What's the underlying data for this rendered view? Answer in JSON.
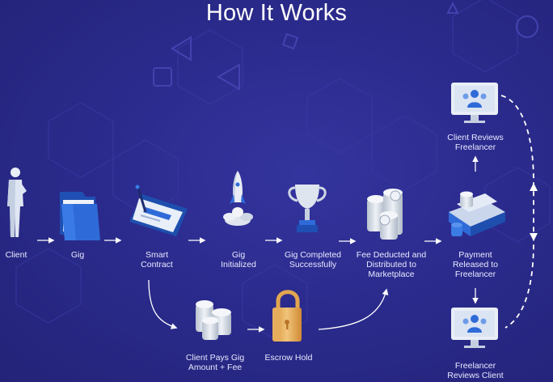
{
  "title": "How It Works",
  "colors": {
    "background": "#2b2b8e",
    "accent_blue": "#2f6bd8",
    "gold": "#e8b764",
    "silver": "#d7dde6",
    "text": "#ffffff"
  },
  "steps": [
    {
      "label": "Client",
      "icon": "client-person-icon"
    },
    {
      "label": "Gig",
      "icon": "folder-icon"
    },
    {
      "label": "Smart Contract",
      "icon": "tablet-contract-icon"
    },
    {
      "label": "Gig Initialized",
      "icon": "rocket-icon"
    },
    {
      "label": "Gig Completed Successfully",
      "icon": "trophy-icon"
    },
    {
      "label": "Fee Deducted and Distributed to Marketplace",
      "icon": "coin-stacks-icon"
    },
    {
      "label": "Payment Released to Freelancer",
      "icon": "money-pile-icon"
    },
    {
      "label": "Client Reviews Freelancer",
      "icon": "monitor-users-icon"
    },
    {
      "label": "Freelancer Reviews Client",
      "icon": "monitor-users-icon"
    },
    {
      "label": "Client Pays Gig Amount + Fee",
      "icon": "coin-stacks-icon"
    },
    {
      "label": "Escrow Hold",
      "icon": "padlock-icon"
    }
  ]
}
